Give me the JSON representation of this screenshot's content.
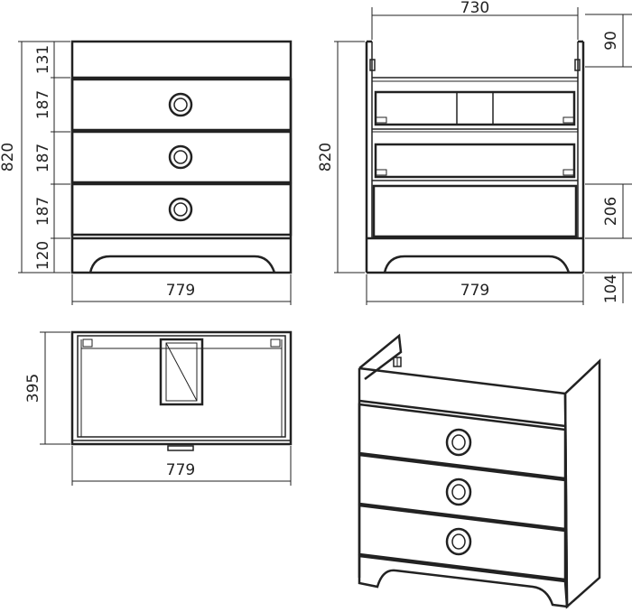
{
  "front_view": {
    "height_total": "820",
    "section_heights": [
      "131",
      "187",
      "187",
      "187",
      "120"
    ],
    "width": "779"
  },
  "side_view": {
    "height_total": "820",
    "top_width": "730",
    "top_offset": "90",
    "section_height": "206",
    "base_height": "104",
    "width": "779"
  },
  "top_view": {
    "depth": "395",
    "width": "779"
  }
}
